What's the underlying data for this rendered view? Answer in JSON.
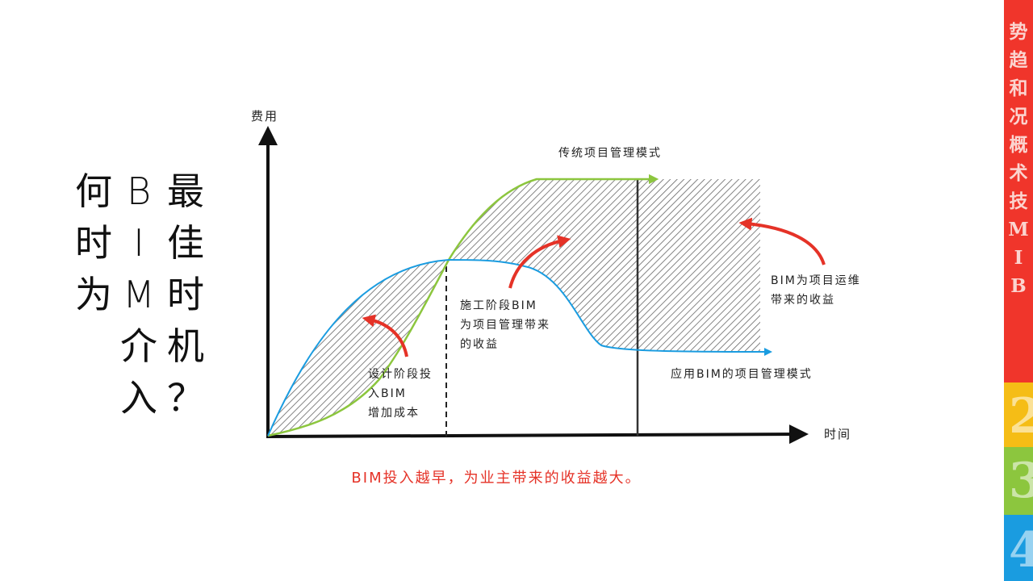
{
  "title": [
    "何",
    "时",
    "为",
    "B",
    "I",
    "M",
    "介",
    "入",
    "最",
    "佳",
    "时",
    "机",
    "？"
  ],
  "chart_data": {
    "type": "diagram",
    "y_axis_label": "费用",
    "x_axis_label": "时间",
    "curves": [
      {
        "name": "传统项目管理模式",
        "color": "#8cc63e"
      },
      {
        "name": "应用BIM的项目管理模式",
        "color": "#1a9ce0"
      }
    ],
    "annotations": [
      {
        "lines": [
          "设计阶段投",
          "入BIM",
          "增加成本"
        ]
      },
      {
        "lines": [
          "施工阶段BIM",
          "为项目管理带来",
          "的收益"
        ]
      },
      {
        "lines": [
          "BIM为项目运维",
          "带来的收益"
        ]
      }
    ],
    "arrow_color": "#e53227",
    "caption": "BIM投入越早，为业主带来的收益越大。"
  },
  "sidebar": {
    "active_tab": {
      "chars": [
        "B",
        "I",
        "M",
        "技",
        "术",
        "概",
        "况",
        "和",
        "趋",
        "势"
      ],
      "color": "#f0352b"
    },
    "tabs": [
      {
        "num": "2",
        "color": "#f5bd16"
      },
      {
        "num": "3",
        "color": "#8cc63e"
      },
      {
        "num": "4",
        "color": "#1a9ce0"
      }
    ]
  }
}
